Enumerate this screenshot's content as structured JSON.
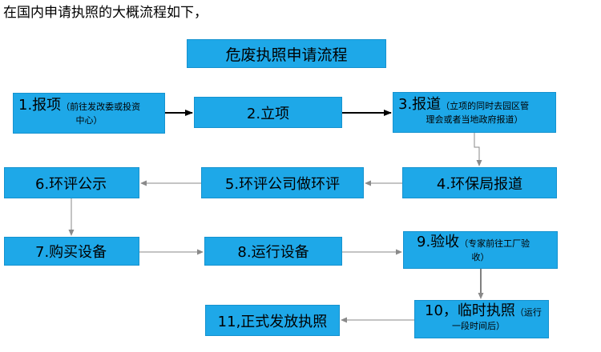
{
  "intro": "在国内申请执照的大概流程如下，",
  "title": "危废执照申请流程",
  "steps": {
    "s1": {
      "main": "1.报项",
      "note1": "（前往发改委或投资",
      "note2": "中心）"
    },
    "s2": {
      "main": "2.立项"
    },
    "s3": {
      "main": "3.报道",
      "note1": "（立项的同时去园区管",
      "note2": "理会或者当地政府报道）"
    },
    "s4": {
      "main": "4.环保局报道"
    },
    "s5": {
      "main": "5.环评公司做环评"
    },
    "s6": {
      "main": "6.环评公示"
    },
    "s7": {
      "main": "7.购买设备"
    },
    "s8": {
      "main": "8.运行设备"
    },
    "s9": {
      "main": "9.验收",
      "note1": "（专家前往工厂验",
      "note2": "收）"
    },
    "s10": {
      "main": "10，临时执照",
      "note1": "（运行",
      "note2": "一段时间后）"
    },
    "s11": {
      "main": "11,正式发放执照"
    }
  },
  "colors": {
    "box": "#1ea8e8",
    "arrow_dark": "#000000",
    "arrow_gray": "#9a9a9a"
  }
}
